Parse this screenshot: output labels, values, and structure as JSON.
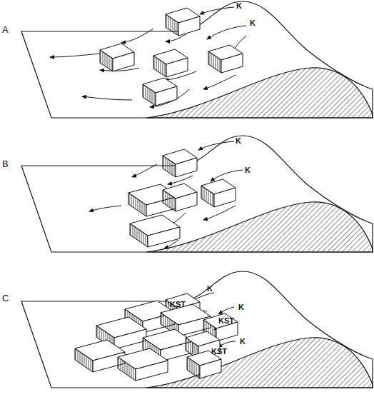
{
  "diagram": {
    "labels": [
      "A",
      "K",
      "K",
      "B",
      "K",
      "K",
      "C",
      "K",
      "KST",
      "K",
      "KST",
      "K",
      "KST"
    ]
  }
}
